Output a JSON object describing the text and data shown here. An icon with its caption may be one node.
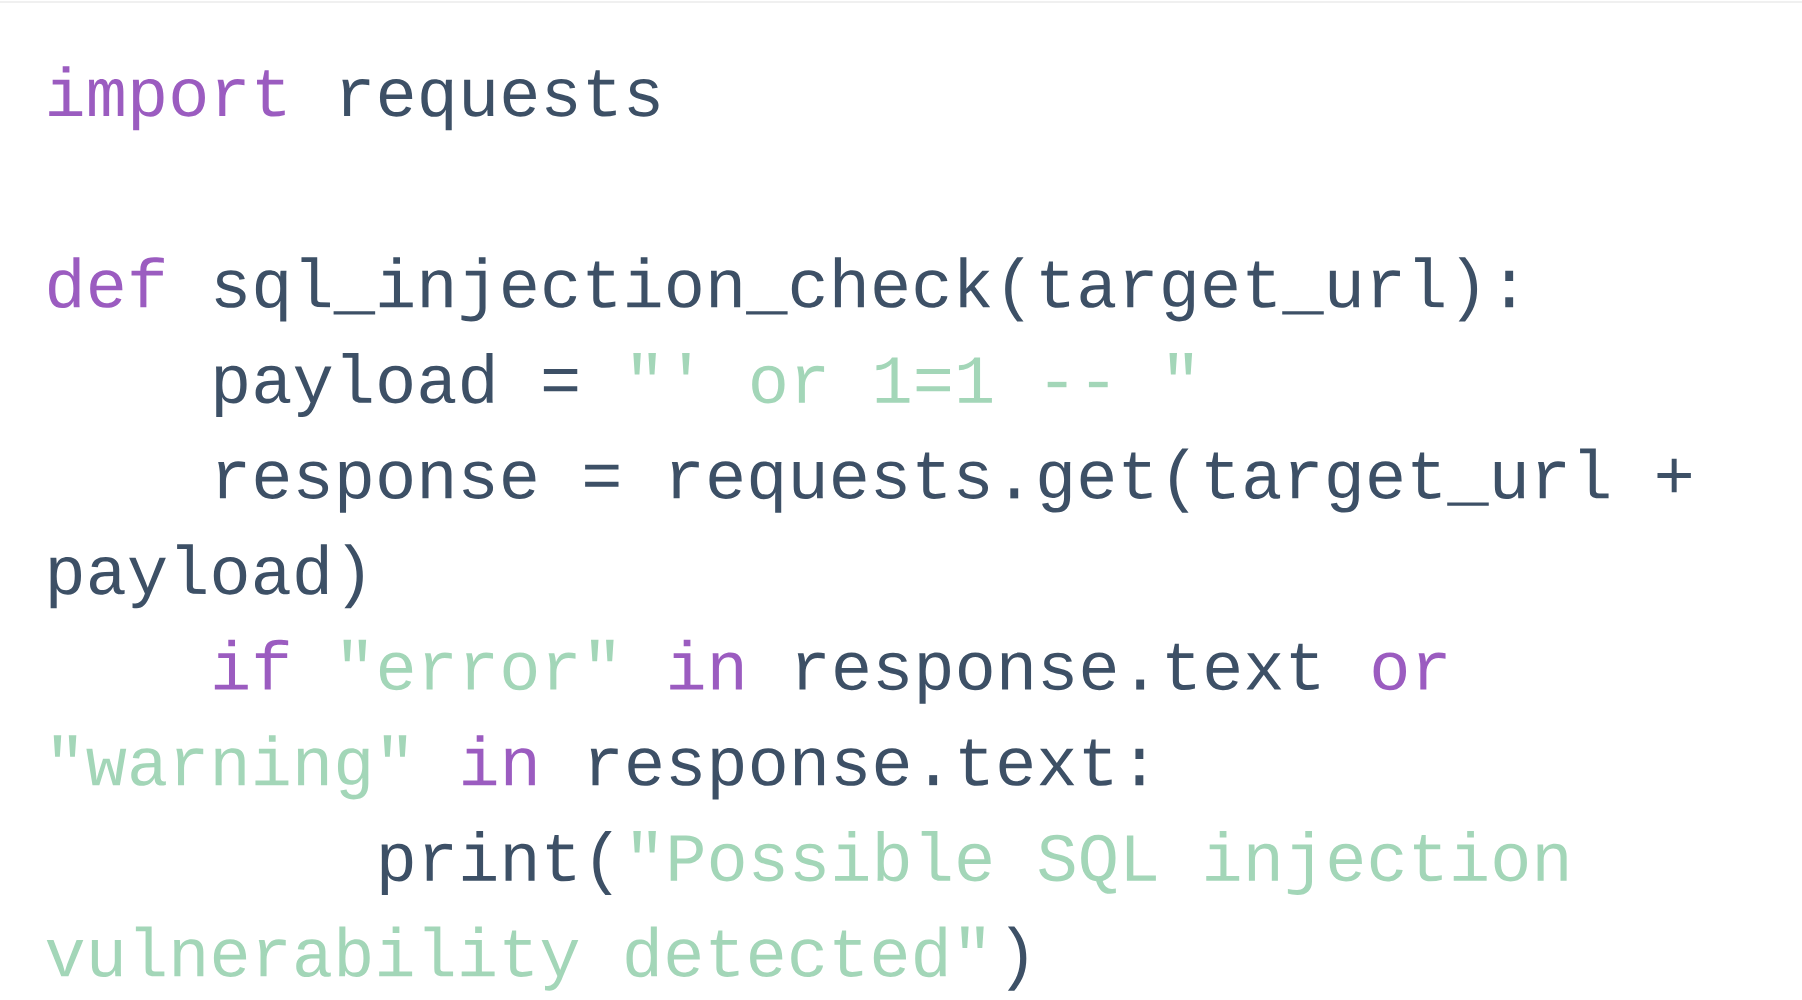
{
  "diagram": {
    "labels": [
      "import",
      "requests",
      "def",
      "sql_injection_check(target_url):",
      "payload =",
      "\"' or 1=1 -- \"",
      "response = requests.get(target_url +",
      "payload)",
      "if",
      "\"error\"",
      "in",
      "response.text",
      "or",
      "\"warning\"",
      "in",
      "response.text:",
      "print(",
      "\"Possible SQL injection",
      "vulnerability detected\"",
      ")"
    ]
  }
}
